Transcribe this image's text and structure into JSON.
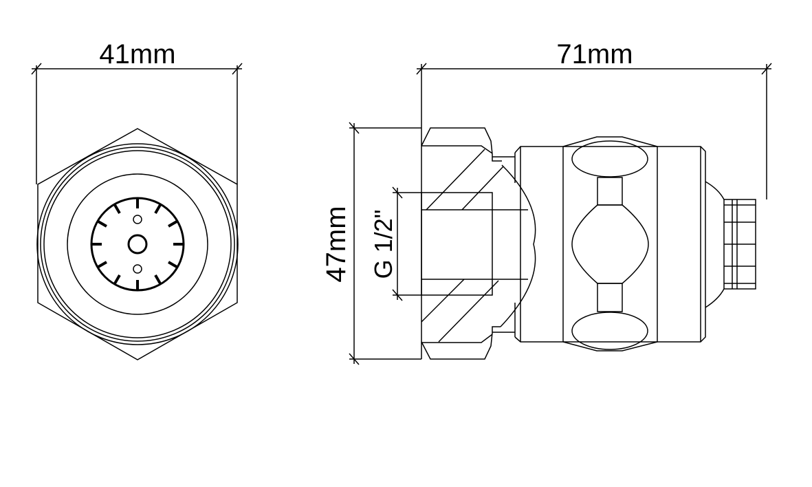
{
  "drawing": {
    "front_view": {
      "width_label": "41mm"
    },
    "side_view": {
      "length_label": "71mm",
      "height_label": "47mm",
      "thread_label": "G 1/2\""
    }
  },
  "colors": {
    "line": "#000000",
    "background": "#ffffff"
  }
}
